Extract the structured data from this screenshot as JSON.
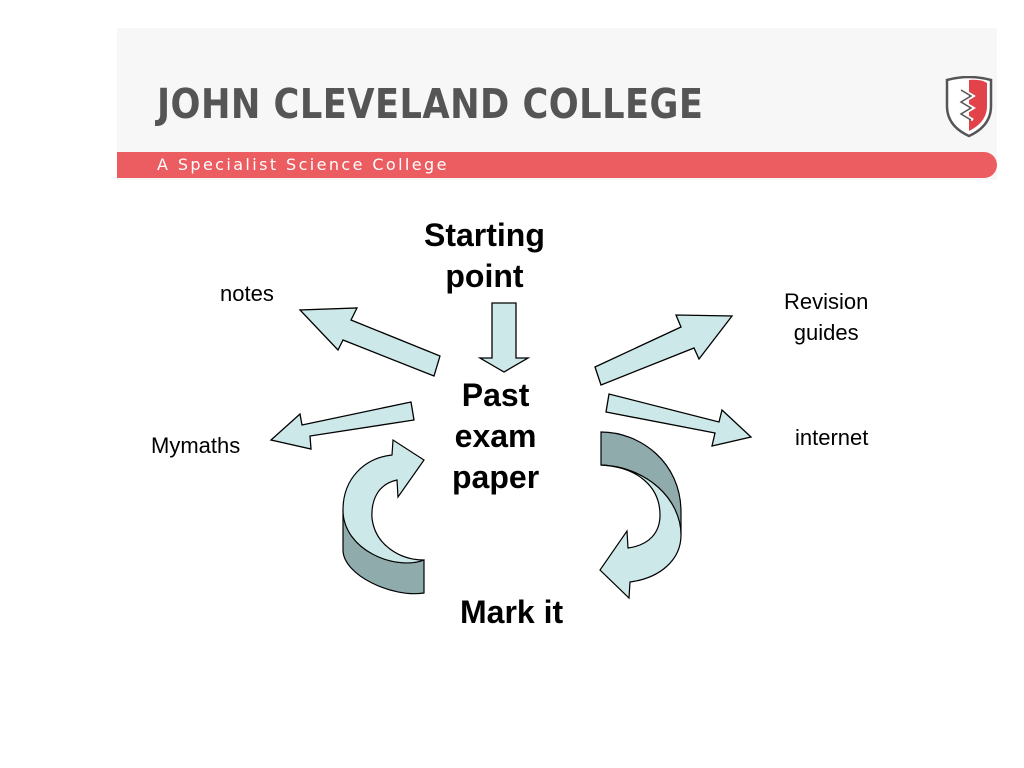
{
  "header": {
    "college_name": "JOHN CLEVELAND COLLEGE",
    "tagline": "A Specialist Science College"
  },
  "diagram": {
    "starting_point": [
      "Starting",
      "point"
    ],
    "center": [
      "Past",
      "exam",
      "paper"
    ],
    "mark_it": "Mark it",
    "notes": "notes",
    "mymaths": "Mymaths",
    "revision_guides": [
      "Revision",
      "guides"
    ],
    "internet": "internet"
  },
  "colors": {
    "arrow_fill": "#cde8e8",
    "curved_arrow_side": "#8fabab",
    "tagline_bar": "#ec5d61",
    "shield_red": "#e2434b"
  }
}
